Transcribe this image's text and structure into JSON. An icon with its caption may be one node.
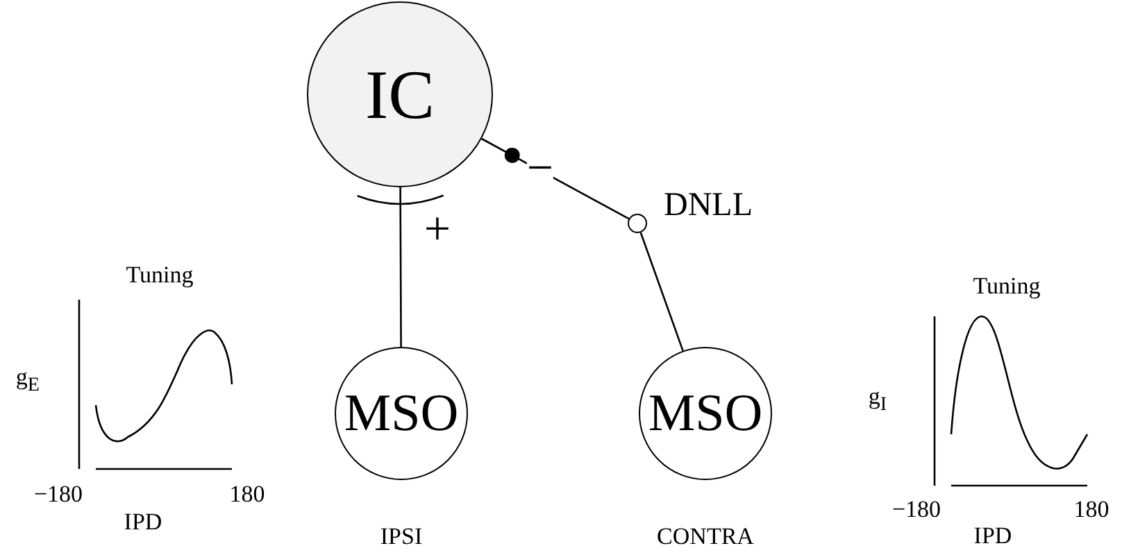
{
  "diagram": {
    "nodes": [
      {
        "text": [
          "IC"
        ]
      },
      {
        "text": [
          "MSO"
        ],
        "beside": [
          "IPSI"
        ]
      },
      {
        "text": [
          "MSO"
        ],
        "beside": [
          "CONTRA"
        ]
      },
      {
        "text": [
          "DNLL"
        ]
      }
    ],
    "edges": [
      {
        "from": 1,
        "to": 0,
        "arrow": "other",
        "label": "+"
      },
      {
        "from": 2,
        "to": 3,
        "arrow": "none"
      },
      {
        "from": 3,
        "to": 0,
        "arrow": "other",
        "label": "−"
      }
    ],
    "labels": [
      "Tuning",
      "g$_{E}$",
      "−180",
      "180",
      "IPD",
      "Tuning",
      "g$_{I}$",
      "−180",
      "180",
      "IPD"
    ]
  }
}
